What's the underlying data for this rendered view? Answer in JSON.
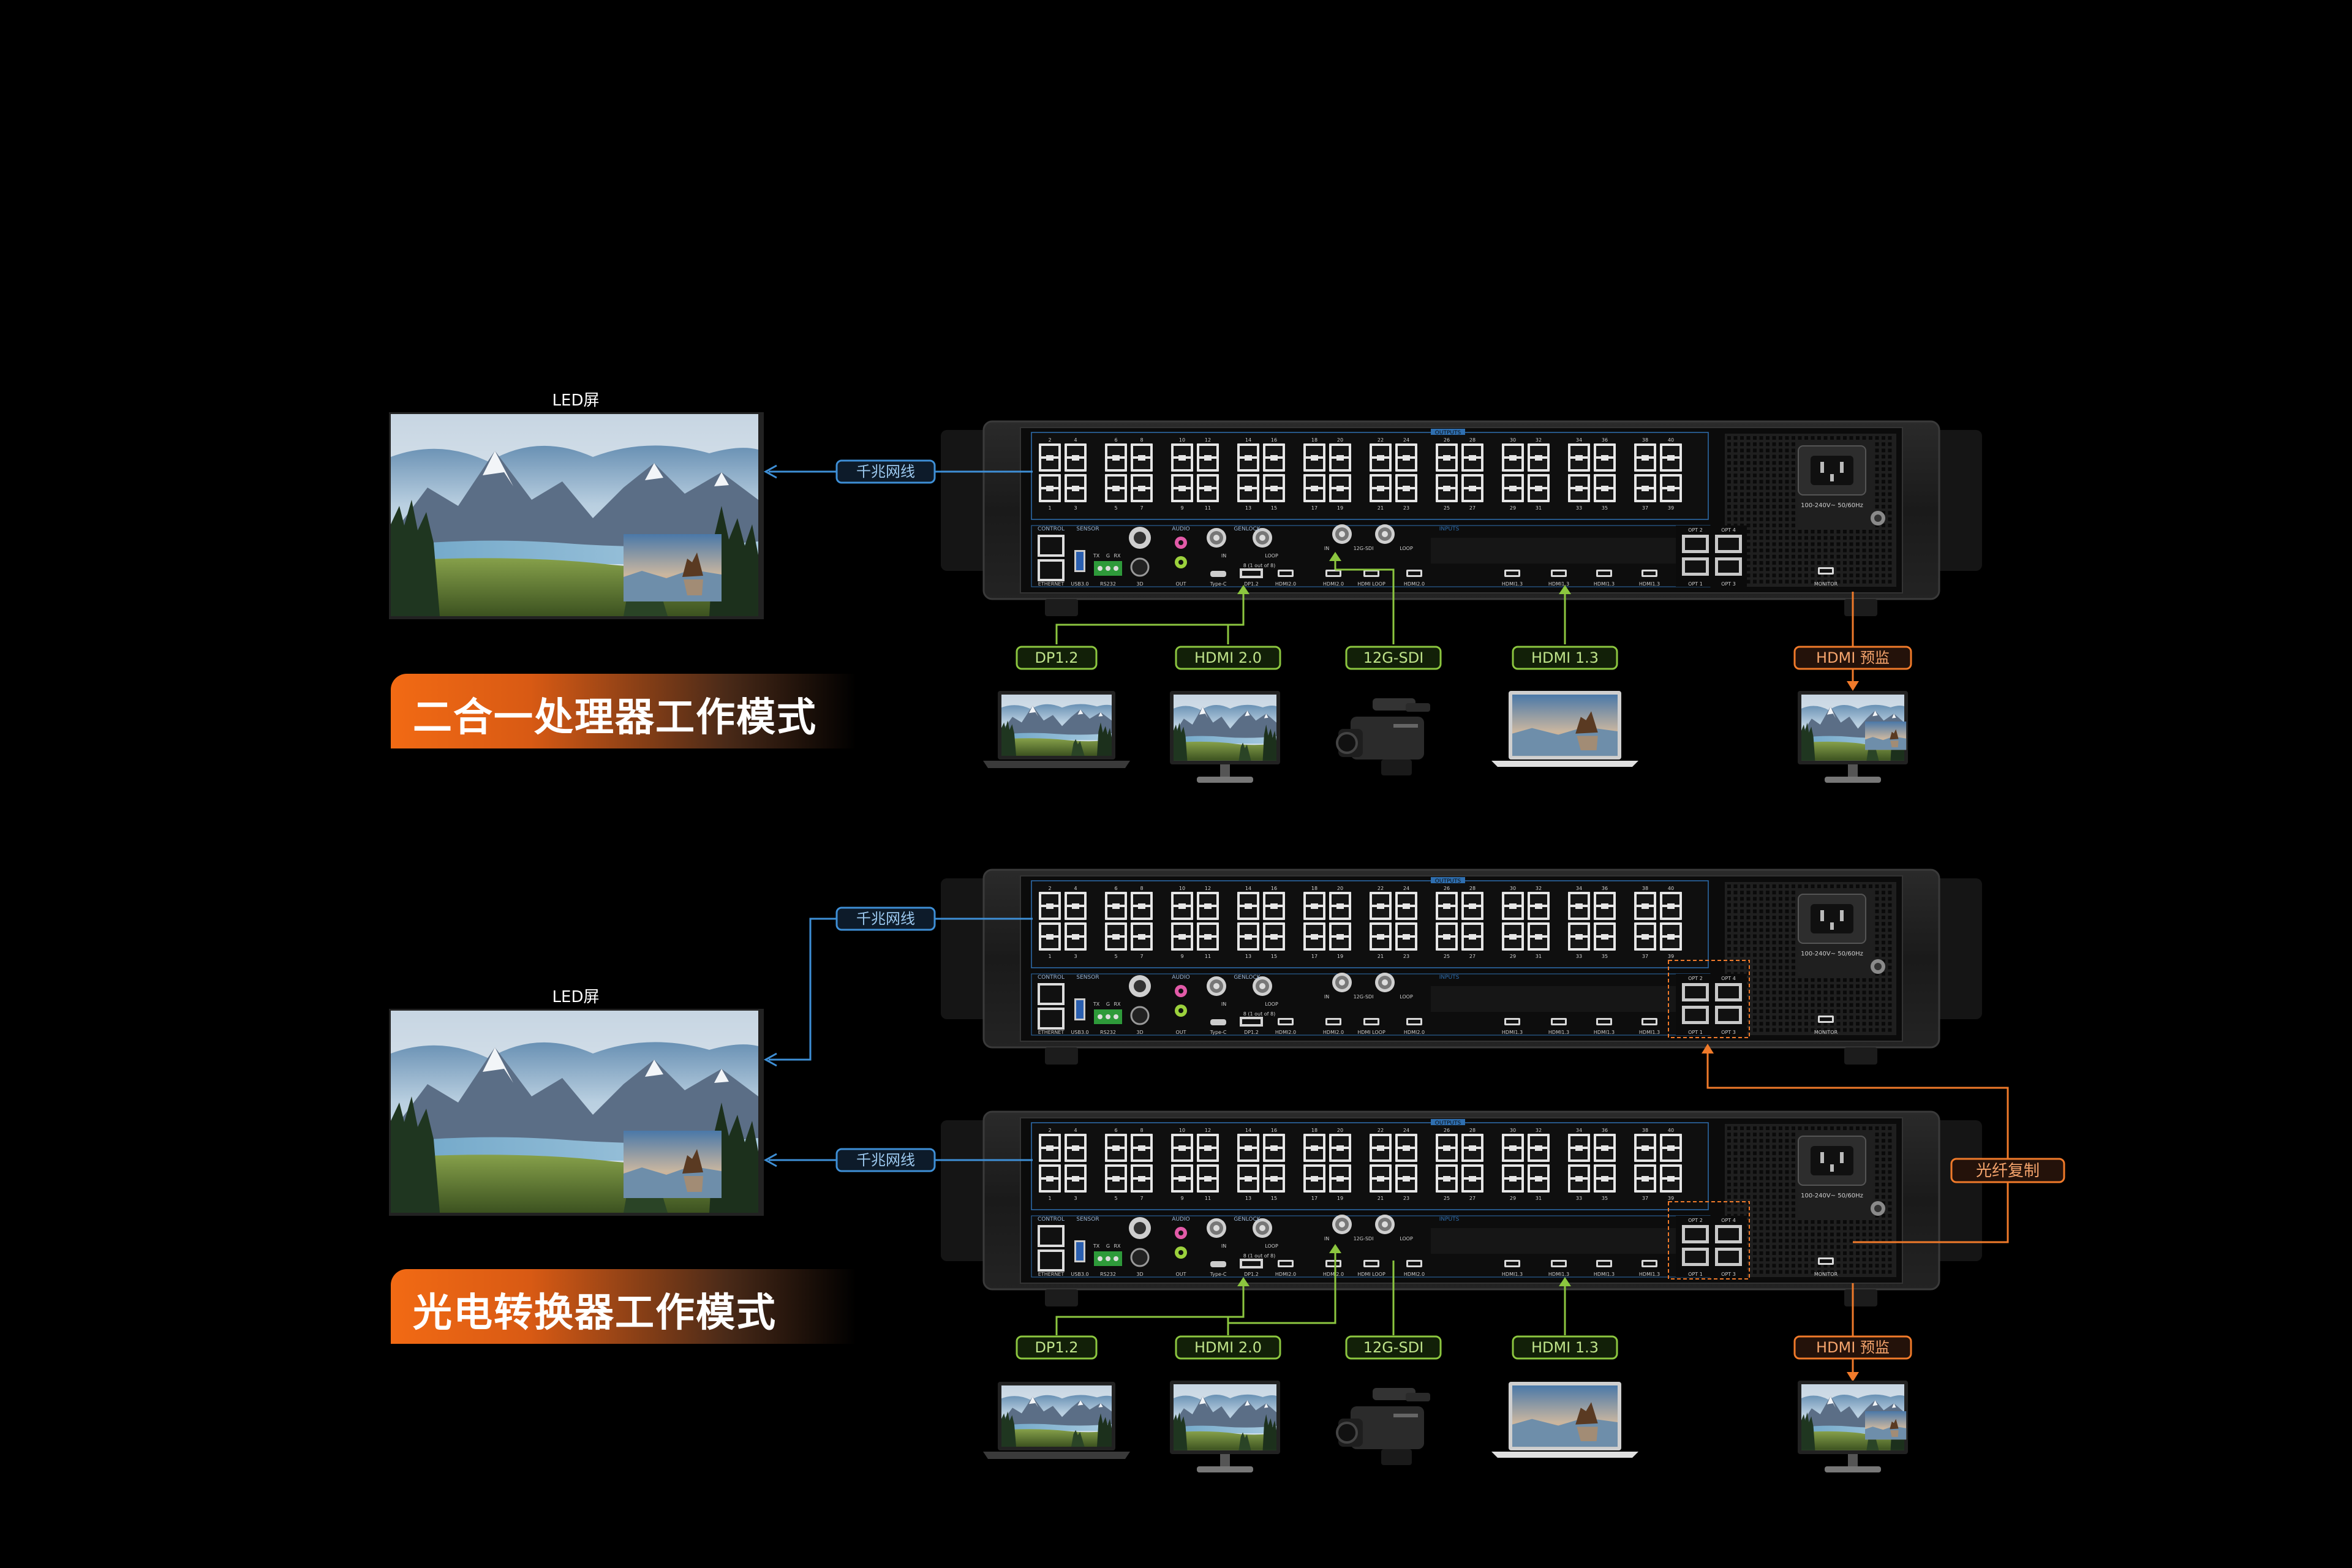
{
  "colors": {
    "background": "#000000",
    "network_line": "#3e8fd6",
    "input_line": "#8cc63f",
    "monitor_line": "#f07a2a",
    "banner_orange": "#f26a14"
  },
  "section1": {
    "title": "二合一处理器工作模式",
    "led_label": "LED屏",
    "network_label": "千兆网线",
    "inputs": [
      "DP1.2",
      "HDMI 2.0",
      "12G-SDI",
      "HDMI 1.3"
    ],
    "monitor_label": "HDMI 预监"
  },
  "section2": {
    "title": "光电转换器工作模式",
    "led_label": "LED屏",
    "network_label_top": "千兆网线",
    "network_label_bottom": "千兆网线",
    "fiber_label": "光纤复制",
    "inputs": [
      "DP1.2",
      "HDMI 2.0",
      "12G-SDI",
      "HDMI 1.3"
    ],
    "monitor_label": "HDMI 预监"
  },
  "device": {
    "outputs_label": "OUTPUTS",
    "inputs_label": "INPUTS",
    "power_label": "100-240V~ 50/60Hz",
    "port_numbers_top": [
      "2",
      "4",
      "6",
      "8",
      "10",
      "12",
      "14",
      "16",
      "18",
      "20",
      "22",
      "24",
      "26",
      "28",
      "30",
      "32",
      "34",
      "36",
      "38",
      "40"
    ],
    "port_numbers_bottom": [
      "1",
      "3",
      "5",
      "7",
      "9",
      "11",
      "13",
      "15",
      "17",
      "19",
      "21",
      "23",
      "25",
      "27",
      "29",
      "31",
      "33",
      "35",
      "37",
      "39"
    ],
    "section_labels": [
      "CONTROL",
      "SENSOR",
      "AUDIO",
      "GENLOCK"
    ],
    "bottom_labels": [
      "ETHERNET",
      "USB3.0",
      "RS232",
      "3D",
      "OUT",
      "Type-C",
      "DP1.2",
      "HDMI2.0",
      "HDMI2.0",
      "HDMI LOOP",
      "HDMI2.0",
      "HDMI1.3",
      "HDMI1.3",
      "HDMI1.3",
      "HDMI1.3",
      "OPT 1",
      "OPT 3",
      "MONITOR"
    ],
    "sdi_labels": [
      "IN",
      "12G-SDI",
      "LOOP"
    ],
    "opt_top_labels": [
      "OPT 2",
      "OPT 4"
    ],
    "misc_labels": [
      "TX",
      "G",
      "RX",
      "IN",
      "LOOP",
      "8 (1 out of 8)"
    ]
  }
}
